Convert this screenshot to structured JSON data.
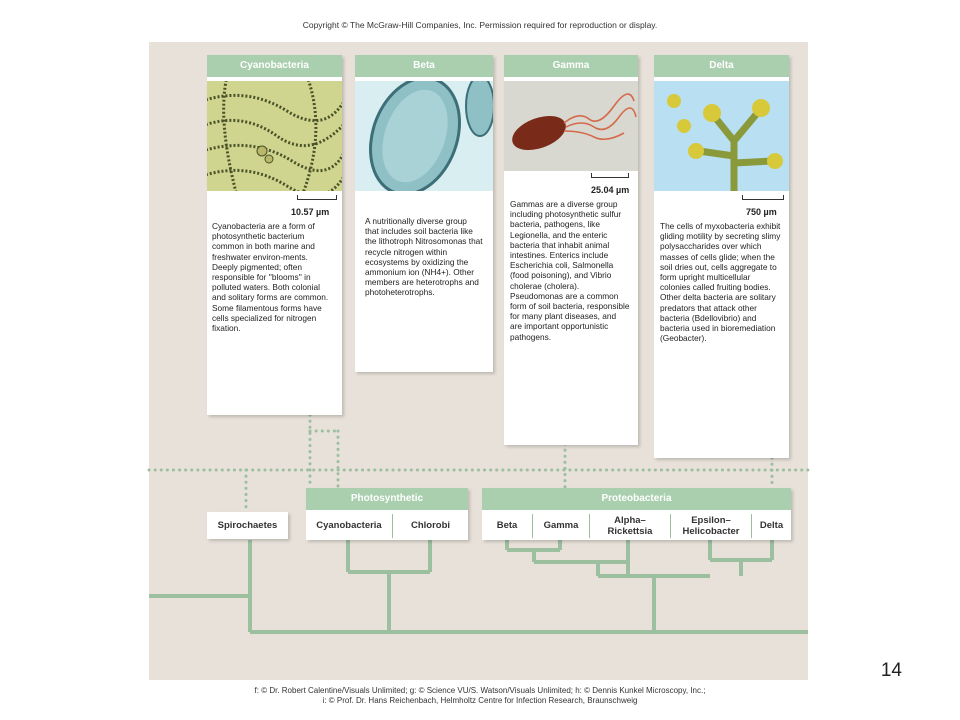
{
  "copyright": "Copyright © The McGraw-Hill Companies, Inc. Permission required for reproduction or display.",
  "colors": {
    "panel": "#e7e1d9",
    "header": "#a9cfae",
    "tree": "#9cbf9f"
  },
  "cards": {
    "cyanobacteria": {
      "title": "Cyanobacteria",
      "scale": "10.57 µm",
      "text": "Cyanobacteria are a form of photosynthetic bacterium common in both marine and freshwater environ-ments. Deeply pigmented; often responsible for ''blooms'' in polluted waters. Both colonial and solitary forms are common. Some filamentous forms have cells specialized for nitrogen fixation."
    },
    "beta": {
      "title": "Beta",
      "text": "A nutritionally diverse group that includes soil bacteria like the lithotroph Nitrosomonas that recycle nitrogen within ecosystems by oxidizing the ammonium ion (NH4+). Other members are heterotrophs and photoheterotrophs."
    },
    "gamma": {
      "title": "Gamma",
      "scale": "25.04 µm",
      "text": "Gammas are a diverse group including photosynthetic sulfur bacteria, pathogens, like Legionella, and the enteric bacteria that inhabit animal intestines. Enterics include Escherichia coli, Salmonella (food poisoning), and Vibrio cholerae (cholera). Pseudomonas are a common form of soil bacteria, responsible for many plant diseases, and are important opportunistic pathogens."
    },
    "delta": {
      "title": "Delta",
      "scale": "750 µm",
      "text": "The cells of myxobacteria exhibit gliding motility by secreting slimy polysaccharides over which masses of cells glide; when the soil dries out, cells aggregate to form upright multicellular colonies called fruiting bodies. Other delta bacteria are solitary predators that attack other bacteria (Bdellovibrio) and bacteria used in bioremediation (Geobacter)."
    }
  },
  "tree": {
    "spirochaetes": "Spirochaetes",
    "photosynthetic": {
      "title": "Photosynthetic",
      "items": [
        "Cyanobacteria",
        "Chlorobi"
      ]
    },
    "proteobacteria": {
      "title": "Proteobacteria",
      "items": [
        "Beta",
        "Gamma",
        "Alpha–\nRickettsia",
        "Epsilon–\nHelicobacter",
        "Delta"
      ]
    }
  },
  "page_number": "14",
  "credits": {
    "line1": "f: © Dr. Robert Calentine/Visuals Unlimited; g: © Science VU/S. Watson/Visuals Unlimited; h: © Dennis Kunkel Microscopy, Inc.;",
    "line2": "i: © Prof. Dr. Hans Reichenbach, Helmholtz Centre for Infection Research, Braunschweig"
  }
}
